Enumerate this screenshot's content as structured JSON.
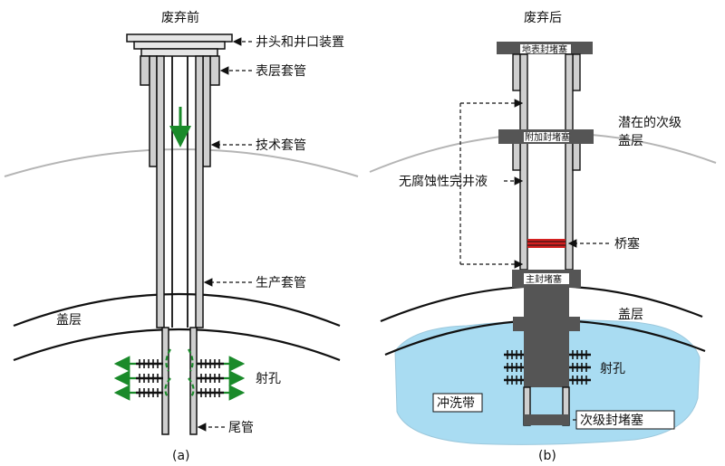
{
  "panel_a": {
    "title": "废弃前",
    "caption": "(a)",
    "labels": {
      "wellhead": "井头和井口装置",
      "surface_casing": "表层套管",
      "intermediate_casing": "技术套管",
      "production_casing": "生产套管",
      "caprock": "盖层",
      "perforation": "射孔",
      "liner": "尾管"
    }
  },
  "panel_b": {
    "title": "废弃后",
    "caption": "(b)",
    "labels": {
      "surface_plug": "地表封堵塞",
      "additional_plug": "附加封堵塞",
      "potential_caprock": "潜在的次级",
      "potential_caprock_2": "盖层",
      "completion_fluid": "无腐蚀性完井液",
      "bridge_plug": "桥塞",
      "main_plug": "主封堵塞",
      "caprock": "盖层",
      "perforation": "射孔",
      "flush_zone": "冲洗带",
      "secondary_plug": "次级封堵塞"
    }
  },
  "colors": {
    "flow_arrow": "#1a8a2a",
    "bridge_plug": "#d42020",
    "flush_zone": "#a9dcf2",
    "plug": "#555555",
    "casing_fill": "#cfcfcf"
  }
}
